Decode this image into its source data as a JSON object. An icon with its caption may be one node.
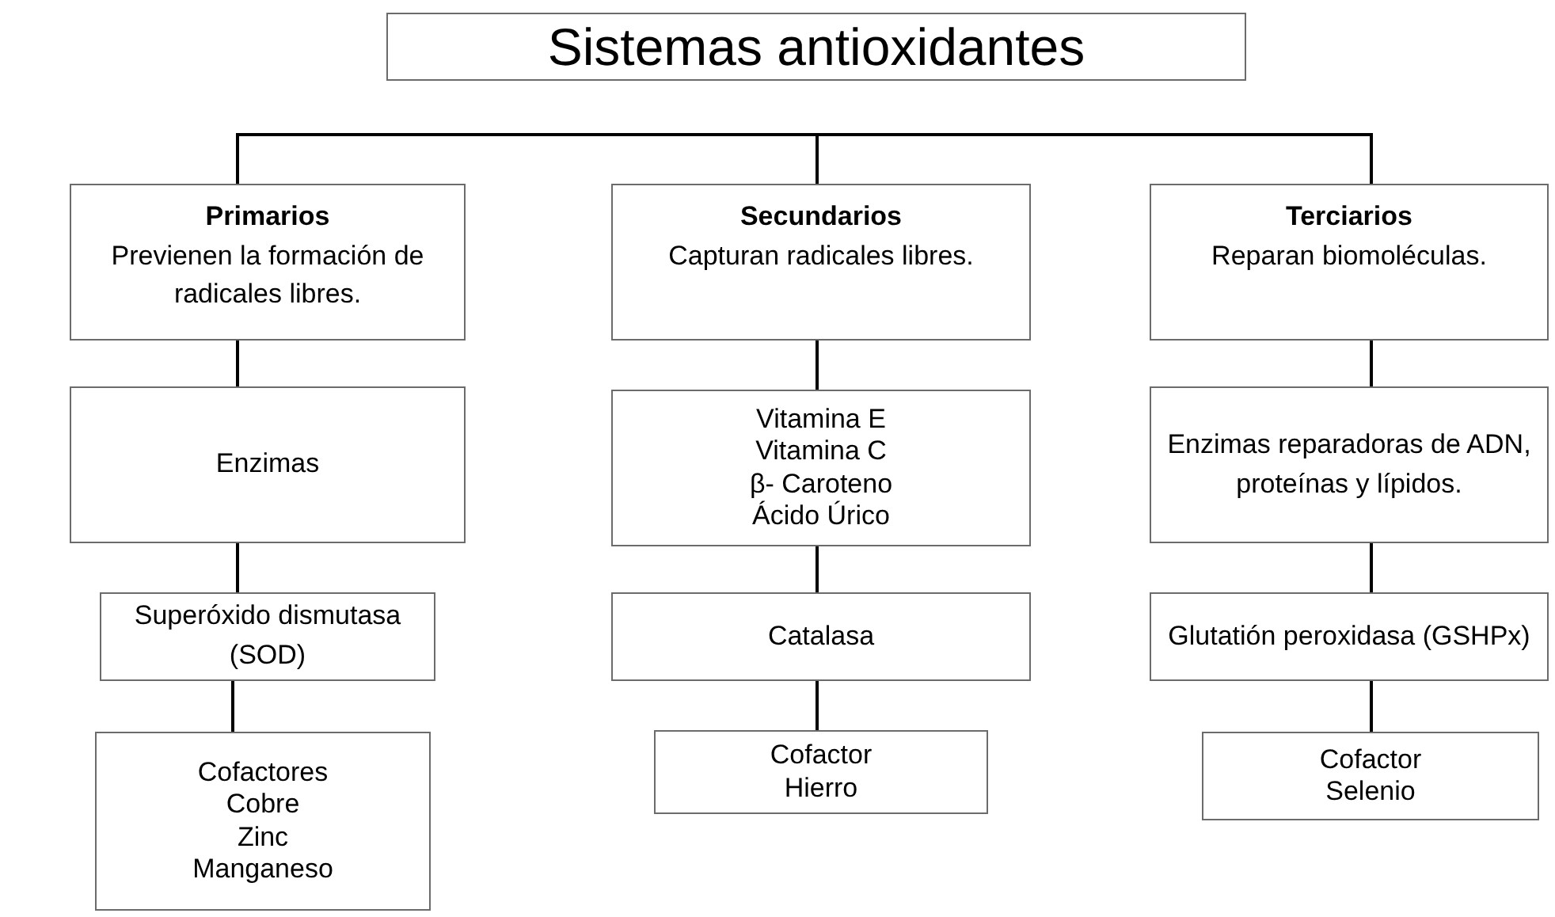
{
  "diagram": {
    "nodes": [
      {
        "text": [
          "Sistemas antioxidantes"
        ]
      },
      {
        "text": [
          "Primarios",
          "Previenen la formación de radicales libres."
        ]
      },
      {
        "text": [
          "Secundarios",
          "Capturan radicales libres."
        ]
      },
      {
        "text": [
          "Terciarios",
          "Reparan biomoléculas."
        ]
      },
      {
        "text": [
          "Enzimas"
        ]
      },
      {
        "text": [
          "Superóxido dismutasa (SOD)"
        ]
      },
      {
        "text": [
          "Cofactores",
          "Cobre",
          "Zinc",
          "Manganeso"
        ]
      },
      {
        "text": [
          "Vitamina E",
          "Vitamina C",
          "β- Caroteno",
          "Ácido Úrico"
        ]
      },
      {
        "text": [
          "Catalasa"
        ]
      },
      {
        "text": [
          "Cofactor",
          "Hierro"
        ]
      },
      {
        "text": [
          "Enzimas reparadoras de ADN, proteínas y lípidos."
        ]
      },
      {
        "text": [
          "Glutatión peroxidasa (GSHPx)"
        ]
      },
      {
        "text": [
          "Cofactor",
          "Selenio"
        ]
      }
    ],
    "edges": [
      {
        "from": 1,
        "to": 2,
        "arrow": "none"
      },
      {
        "from": 2,
        "to": 3,
        "arrow": "none"
      },
      {
        "from": 1,
        "to": 4,
        "arrow": "none"
      },
      {
        "from": 4,
        "to": 5,
        "arrow": "none"
      },
      {
        "from": 5,
        "to": 6,
        "arrow": "none"
      },
      {
        "from": 2,
        "to": 7,
        "arrow": "none"
      },
      {
        "from": 7,
        "to": 8,
        "arrow": "none"
      },
      {
        "from": 8,
        "to": 9,
        "arrow": "none"
      },
      {
        "from": 3,
        "to": 10,
        "arrow": "none"
      },
      {
        "from": 10,
        "to": 11,
        "arrow": "none"
      },
      {
        "from": 11,
        "to": 12,
        "arrow": "none"
      }
    ]
  }
}
